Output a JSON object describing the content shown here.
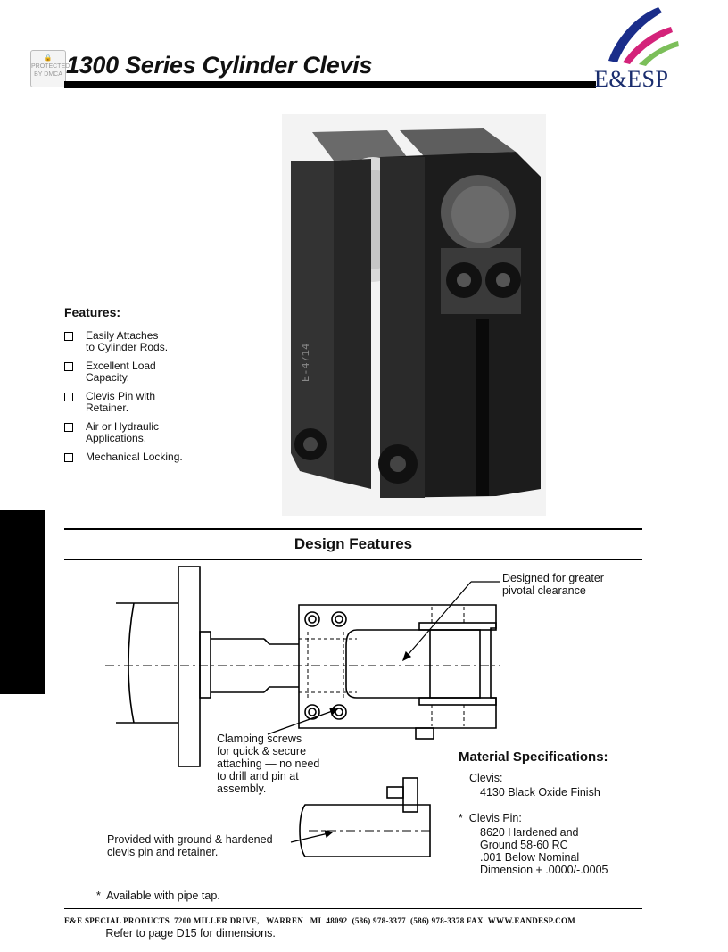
{
  "header": {
    "title": "1300 Series Cylinder Clevis",
    "logo_text": "E&ESP",
    "logo_colors": [
      "#1a2d8a",
      "#d4237a",
      "#7cbf5a"
    ],
    "badge_text": "PROTECTED BY DMCA"
  },
  "features": {
    "heading": "Features:",
    "items": [
      {
        "line1": "Easily Attaches",
        "line2": "to Cylinder Rods."
      },
      {
        "line1": "Excellent Load",
        "line2": "Capacity."
      },
      {
        "line1": "Clevis Pin with",
        "line2": "Retainer."
      },
      {
        "line1": "Air or Hydraulic",
        "line2": "Applications."
      },
      {
        "line1": "Mechanical Locking.",
        "line2": ""
      }
    ]
  },
  "photo": {
    "engraving": "E-4714"
  },
  "design_features": {
    "heading": "Design Features",
    "note_pivotal": [
      "Designed for greater",
      "pivotal clearance"
    ],
    "note_clamping": [
      "Clamping screws",
      "for quick & secure",
      "attaching — no need",
      "to drill and pin at",
      "assembly."
    ],
    "note_provided": [
      "Provided with ground & hardened",
      "clevis pin and retainer."
    ],
    "note_pipe": [
      "*  Available with pipe tap.",
      "   Refer to page D15 for dimensions."
    ]
  },
  "material": {
    "heading": "Material Specifications:",
    "clevis_label": "Clevis:",
    "clevis_value": "4130 Black Oxide Finish",
    "pin_label": "*  Clevis Pin:",
    "pin_values": [
      "8620 Hardened and",
      "Ground 58-60 RC",
      ".001 Below Nominal",
      "Dimension + .0000/-.0005"
    ]
  },
  "footer": {
    "text": "E&E SPECIAL PRODUCTS  7200 MILLER DRIVE,   WARREN   MI  48092  (586) 978-3377  (586) 978-3378 FAX  WWW.EANDESP.COM"
  }
}
